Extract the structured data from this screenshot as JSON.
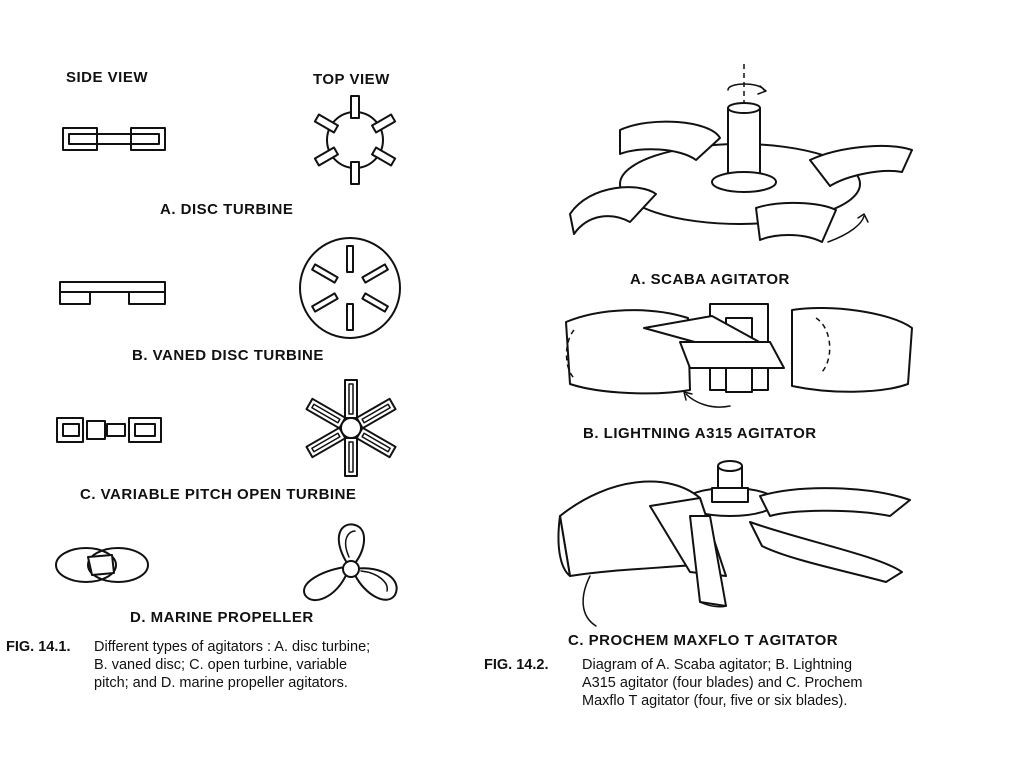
{
  "fig1": {
    "side_view_header": "SIDE VIEW",
    "top_view_header": "TOP VIEW",
    "labels": {
      "a": "A. DISC TURBINE",
      "b": "B. VANED DISC TURBINE",
      "c": "C. VARIABLE PITCH OPEN TURBINE",
      "d": "D. MARINE PROPELLER"
    },
    "caption": {
      "number": "FIG. 14.1.",
      "line1": "Different types of agitators : A. disc turbine;",
      "line2": "B. vaned disc; C. open turbine, variable",
      "line3": "pitch; and D. marine propeller agitators."
    }
  },
  "fig2": {
    "labels": {
      "a": "A. SCABA AGITATOR",
      "b": "B. LIGHTNING A315 AGITATOR",
      "c": "C. PROCHEM MAXFLO T AGITATOR"
    },
    "caption": {
      "number": "FIG. 14.2.",
      "line1": "Diagram of A. Scaba agitator; B. Lightning",
      "line2": "A315 agitator (four blades) and C. Prochem",
      "line3": "Maxflo T agitator (four, five or six blades)."
    }
  },
  "icons": [
    "disc-turbine",
    "vaned-disc-turbine",
    "variable-pitch-open-turbine",
    "marine-propeller",
    "scaba-agitator",
    "lightning-a315-agitator",
    "prochem-maxflo-t-agitator"
  ]
}
